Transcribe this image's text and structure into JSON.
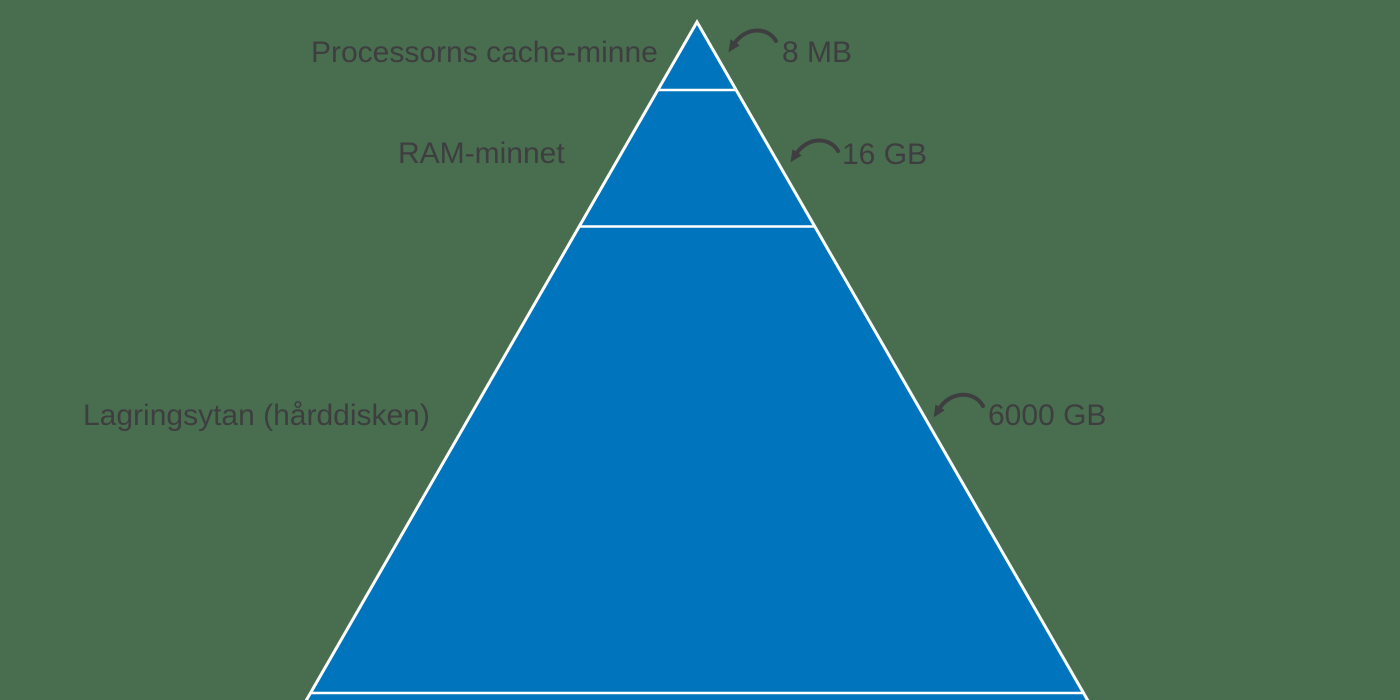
{
  "diagram": {
    "levels": [
      {
        "label": "Processorns cache-minne",
        "value": "8 MB"
      },
      {
        "label": "RAM-minnet",
        "value": "16 GB"
      },
      {
        "label": "Lagringsytan (hårddisken)",
        "value": "6000 GB"
      }
    ]
  },
  "colors": {
    "background": "#486E4F",
    "pyramid_fill": "#0074BC",
    "outline": "#FFFFFF",
    "text": "#3E3E40",
    "arrow": "#3E3E40"
  }
}
